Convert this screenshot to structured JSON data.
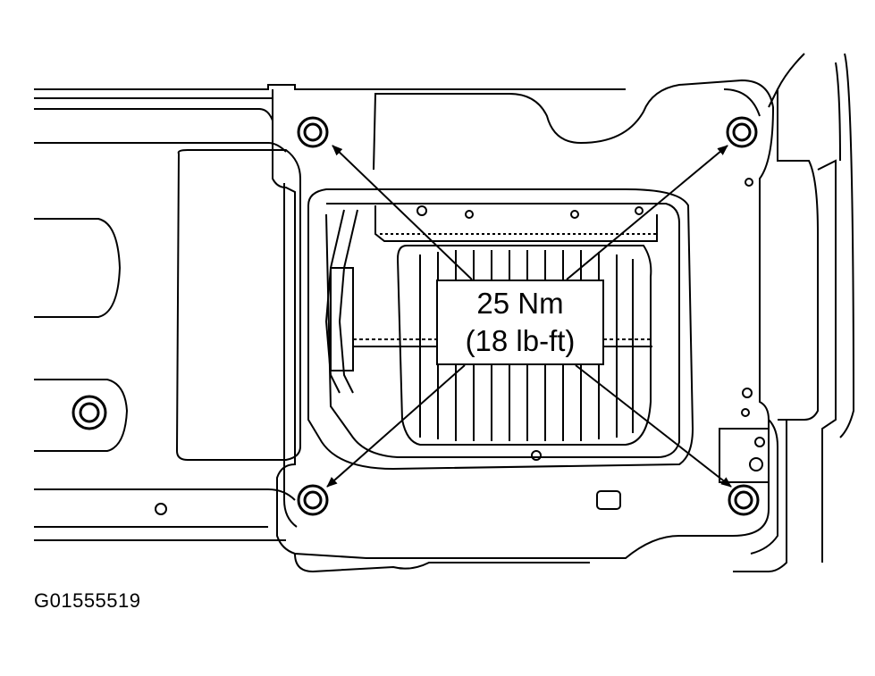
{
  "torque": {
    "metric": "25 Nm",
    "imperial": "(18 lb-ft)"
  },
  "figure_id": "G01555519",
  "colors": {
    "line": "#000000",
    "background": "#ffffff"
  }
}
